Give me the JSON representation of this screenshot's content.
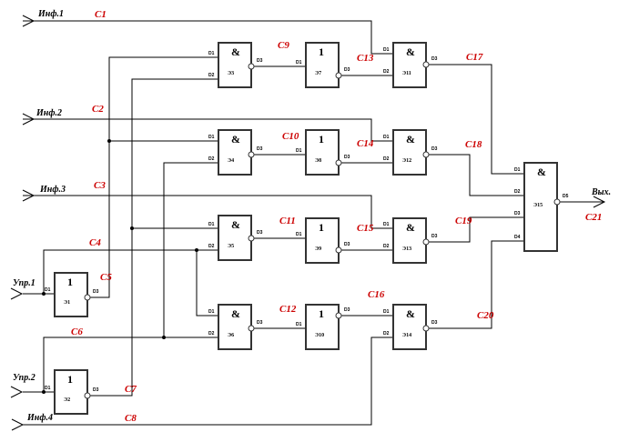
{
  "inputs": {
    "inf1": "Инф.1",
    "inf2": "Инф.2",
    "inf3": "Инф.3",
    "inf4": "Инф.4",
    "upr1": "Упр.1",
    "upr2": "Упр.2",
    "out": "Вых."
  },
  "signals": [
    "C1",
    "C2",
    "C3",
    "C4",
    "C5",
    "C6",
    "C7",
    "C8",
    "C9",
    "C10",
    "C11",
    "C12",
    "C13",
    "C14",
    "C15",
    "C16",
    "C17",
    "C18",
    "C19",
    "C20",
    "C21"
  ],
  "pins": {
    "in1": "D1",
    "in2": "D2",
    "in3": "D3",
    "in4": "D4",
    "out": "D3",
    "out_final": "D5"
  },
  "gates": [
    {
      "id": "E1",
      "symbol": "1",
      "label": "Э1"
    },
    {
      "id": "E2",
      "symbol": "1",
      "label": "Э2"
    },
    {
      "id": "E3",
      "symbol": "&",
      "label": "Э3"
    },
    {
      "id": "E4",
      "symbol": "&",
      "label": "Э4"
    },
    {
      "id": "E5",
      "symbol": "&",
      "label": "Э5"
    },
    {
      "id": "E6",
      "symbol": "&",
      "label": "Э6"
    },
    {
      "id": "E7",
      "symbol": "1",
      "label": "Э7"
    },
    {
      "id": "E8",
      "symbol": "1",
      "label": "Э8"
    },
    {
      "id": "E9",
      "symbol": "1",
      "label": "Э9"
    },
    {
      "id": "E10",
      "symbol": "1",
      "label": "Э10"
    },
    {
      "id": "E11",
      "symbol": "&",
      "label": "Э11"
    },
    {
      "id": "E12",
      "symbol": "&",
      "label": "Э12"
    },
    {
      "id": "E13",
      "symbol": "&",
      "label": "Э13"
    },
    {
      "id": "E14",
      "symbol": "&",
      "label": "Э14"
    },
    {
      "id": "E15",
      "symbol": "&",
      "label": "Э15"
    }
  ],
  "colors": {
    "signal": "#cc0000",
    "wire": "#000000"
  }
}
